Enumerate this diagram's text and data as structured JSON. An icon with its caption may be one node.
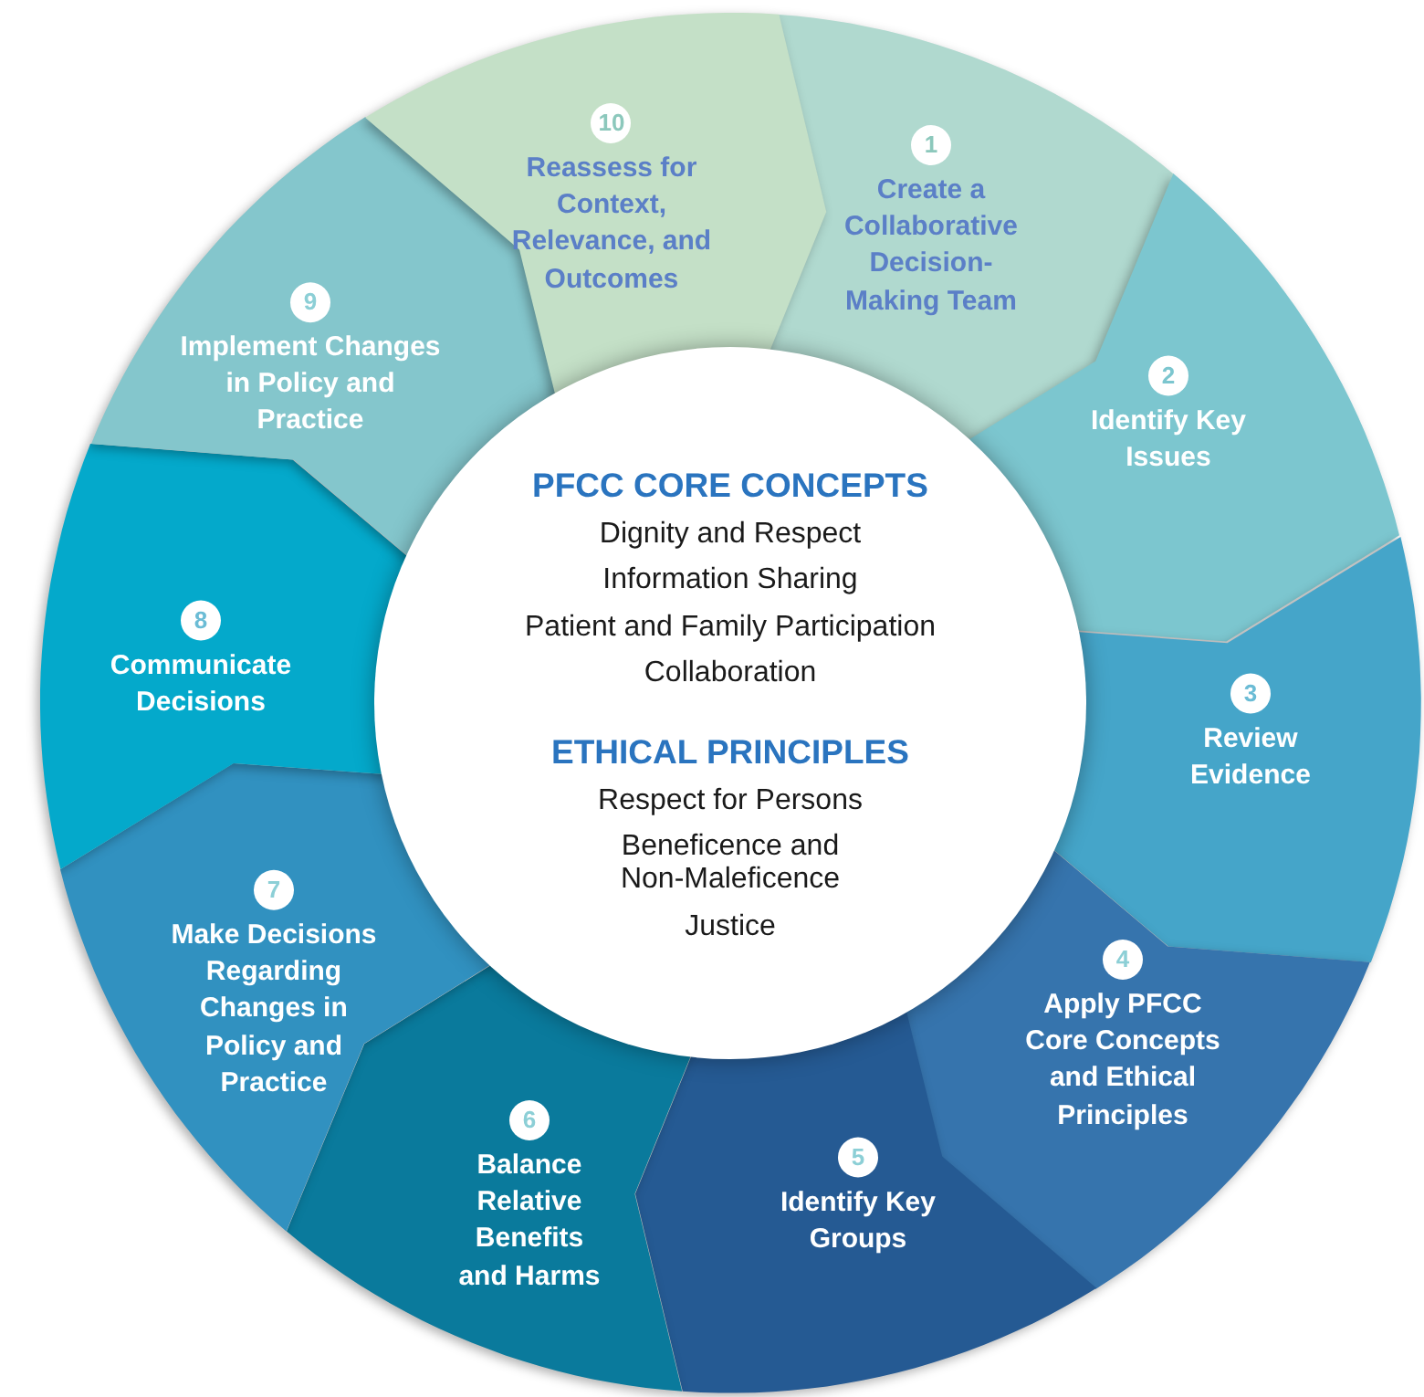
{
  "diagram": {
    "nodes": [
      {
        "text": [
          "1",
          "Create a Collaborative Decision-Making Team"
        ]
      },
      {
        "text": [
          "2",
          "Identify Key Issues"
        ]
      },
      {
        "text": [
          "3",
          "Review Evidence"
        ]
      },
      {
        "text": [
          "4",
          "Apply PFCC Core Concepts and Ethical Principles"
        ]
      },
      {
        "text": [
          "5",
          "Identify Key Groups"
        ]
      },
      {
        "text": [
          "6",
          "Balance Relative Benefits and Harms"
        ]
      },
      {
        "text": [
          "7",
          "Make Decisions Regarding Changes in Policy and Practice"
        ]
      },
      {
        "text": [
          "8",
          "Communicate Decisions"
        ]
      },
      {
        "text": [
          "9",
          "Implement Changes in Policy and Practice"
        ]
      },
      {
        "text": [
          "10",
          "Reassess for Context, Relevance, and Outcomes"
        ]
      },
      {
        "text": [
          "PFCC CORE CONCEPTS",
          "Dignity and Respect",
          "Information Sharing",
          "Patient and Family Participation",
          "Collaboration",
          "ETHICAL PRINCIPLES",
          "Respect for Persons",
          "Beneficence and Non-Maleficence",
          "Justice"
        ]
      }
    ]
  }
}
